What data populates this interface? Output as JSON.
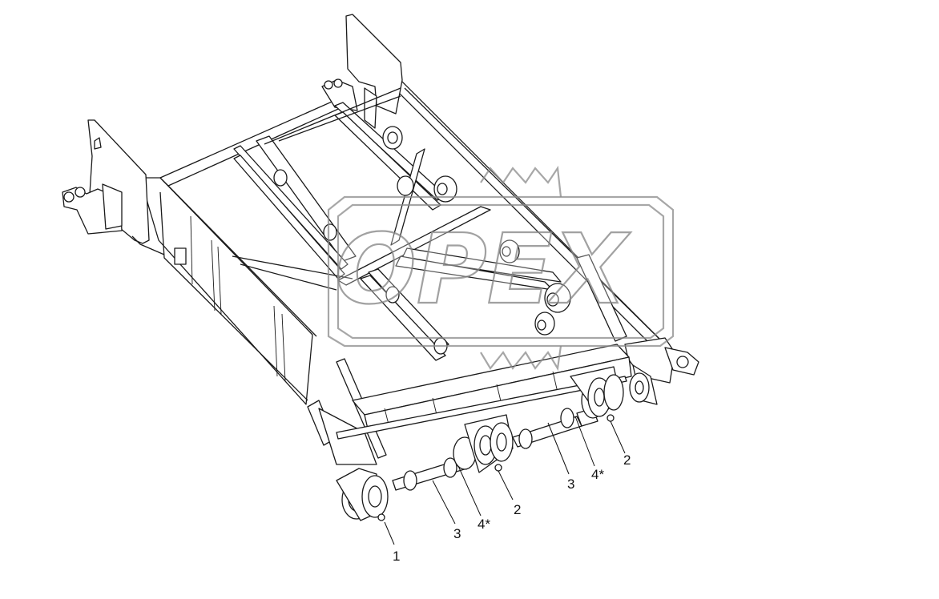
{
  "watermark": {
    "text": "OPEX"
  },
  "callouts": [
    {
      "id": "c1",
      "label": "1"
    },
    {
      "id": "c3a",
      "label": "3"
    },
    {
      "id": "c4a",
      "label": "4*"
    },
    {
      "id": "c2a",
      "label": "2"
    },
    {
      "id": "c3b",
      "label": "3"
    },
    {
      "id": "c4b",
      "label": "4*"
    },
    {
      "id": "c2b",
      "label": "2"
    }
  ]
}
